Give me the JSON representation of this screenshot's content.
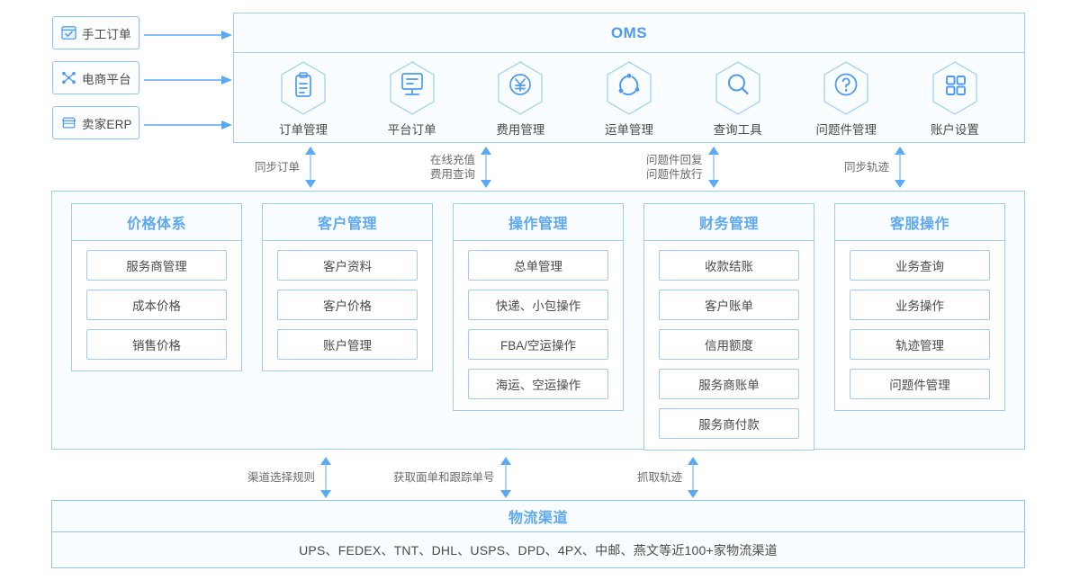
{
  "sources": [
    {
      "label": "手工订单",
      "icon": "calendar-check-icon"
    },
    {
      "label": "电商平台",
      "icon": "network-nodes-icon"
    },
    {
      "label": "卖家ERP",
      "icon": "storefront-icon"
    }
  ],
  "oms": {
    "title": "OMS",
    "modules": [
      {
        "label": "订单管理",
        "icon": "clipboard-list-icon"
      },
      {
        "label": "平台订单",
        "icon": "monitor-board-icon"
      },
      {
        "label": "费用管理",
        "icon": "yen-circle-icon"
      },
      {
        "label": "运单管理",
        "icon": "sync-arrows-icon"
      },
      {
        "label": "查询工具",
        "icon": "search-icon"
      },
      {
        "label": "问题件管理",
        "icon": "question-circle-icon"
      },
      {
        "label": "账户设置",
        "icon": "grid-squares-icon"
      }
    ]
  },
  "upper_connectors": [
    {
      "lines": [
        "同步订单"
      ]
    },
    {
      "lines": [
        "在线充值",
        "费用查询"
      ]
    },
    {
      "lines": [
        "问题件回复",
        "问题件放行"
      ]
    },
    {
      "lines": [
        "同步轨迹"
      ]
    }
  ],
  "groups": [
    {
      "title": "价格体系",
      "items": [
        "服务商管理",
        "成本价格",
        "销售价格"
      ]
    },
    {
      "title": "客户管理",
      "items": [
        "客户资料",
        "客户价格",
        "账户管理"
      ]
    },
    {
      "title": "操作管理",
      "items": [
        "总单管理",
        "快递、小包操作",
        "FBA/空运操作",
        "海运、空运操作"
      ]
    },
    {
      "title": "财务管理",
      "items": [
        "收款结账",
        "客户账单",
        "信用额度",
        "服务商账单",
        "服务商付款"
      ]
    },
    {
      "title": "客服操作",
      "items": [
        "业务查询",
        "业务操作",
        "轨迹管理",
        "问题件管理"
      ]
    }
  ],
  "lower_connectors": [
    {
      "lines": [
        "渠道选择规则"
      ]
    },
    {
      "lines": [
        "获取面单和跟踪单号"
      ]
    },
    {
      "lines": [
        "抓取轨迹"
      ]
    }
  ],
  "logistics": {
    "title": "物流渠道",
    "description": "UPS、FEDEX、TNT、DHL、USPS、DPD、4PX、中邮、燕文等近100+家物流渠道"
  },
  "colors": {
    "accent": "#4d9bf0",
    "group_title": "#5fa8f2",
    "border": "#9fcbf8",
    "panel_bg": "#fafdff",
    "text": "#4a4a4a",
    "connector_text": "#6b6b6b"
  }
}
